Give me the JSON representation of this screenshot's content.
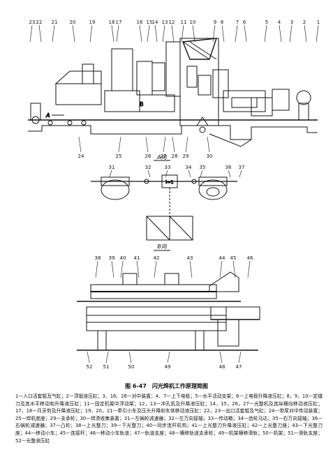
{
  "figure": {
    "top_callouts": [
      "23",
      "22",
      "21",
      "20",
      "19",
      "18",
      "17",
      "16",
      "15",
      "14",
      "13",
      "12",
      "11",
      "10",
      "9",
      "8",
      "7",
      "6",
      "5",
      "4",
      "3",
      "2",
      "1"
    ],
    "bottom_callouts": [
      "24",
      "25",
      "26",
      "27",
      "28",
      "29",
      "30"
    ],
    "flow_label": "A",
    "view_a_label": "A向",
    "view_a_callouts": [
      "31",
      "32",
      "33",
      "34",
      "35",
      "36",
      "37"
    ],
    "ratio_label": "i=1",
    "view_b_label": "B向",
    "view_b_marker": "B",
    "view_b_top_callouts": [
      "38",
      "39",
      "40",
      "41",
      "42",
      "43",
      "44",
      "45",
      "46"
    ],
    "view_b_bottom_callouts": [
      "52",
      "51",
      "50",
      "49",
      "48",
      "47"
    ]
  },
  "caption": "图 6-47　闪光焊机工作原理简图",
  "legend": "1—入口活套辊及气缸；2—顶锻液压缸；3、16、28—对中装置；4、7—上下电极；5—水平活动支架；6—上电极升降液压缸；8，9，10—定缝刀及其水平移动和升降液压缸；11—固定机架中浮动架；12，13—冲孔机及升降液压缸；14，15，26，27—光整机及其纵横向移动液压缸；17，18—月牙剪及升降液压缸；19，20，21—牵引小车及压头升降和车体移动液压缸；22，23—出口活套辊及气缸；24—带厚对中传动装置；25—焊机底座；29—支承轮；30—焊渣收集装置；31—左蜗轮减速器；32—左万向接轴；33—传动箱；34—齿轮马达；35—右万向接轴；36—右蜗轮减速器；37—凸轮；38—上光整刀；39—下光整刀；40—同步连杆机构；41—上光整刀升降液压缸；42—上光整刀座；43—下光整刀座；44—移动小车；45—连接杆；46—移动小车轨道；47—轨道支座；48—横移轨道支承轮；49—机架横移滑轨；50—机架；51—滑轨支座；52—光整液压缸"
}
